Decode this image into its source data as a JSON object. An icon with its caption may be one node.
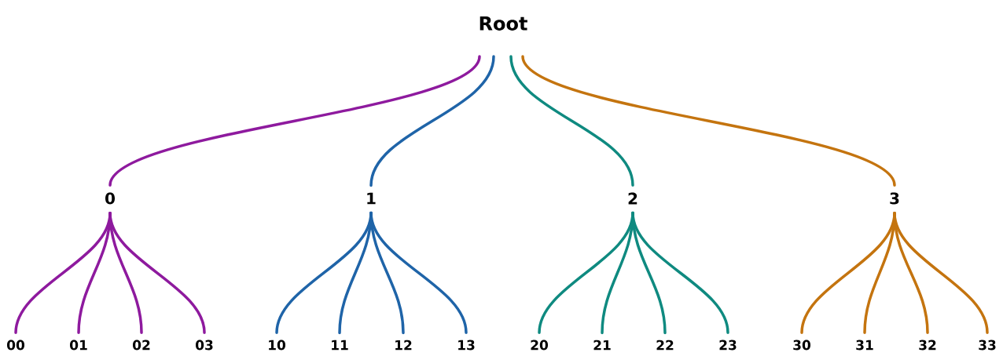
{
  "diagram": {
    "nodes": [
      {
        "text": [
          "Root"
        ]
      },
      {
        "text": [
          "0"
        ]
      },
      {
        "text": [
          "1"
        ]
      },
      {
        "text": [
          "2"
        ]
      },
      {
        "text": [
          "3"
        ]
      },
      {
        "text": [
          "00"
        ]
      },
      {
        "text": [
          "01"
        ]
      },
      {
        "text": [
          "02"
        ]
      },
      {
        "text": [
          "03"
        ]
      },
      {
        "text": [
          "10"
        ]
      },
      {
        "text": [
          "11"
        ]
      },
      {
        "text": [
          "12"
        ]
      },
      {
        "text": [
          "13"
        ]
      },
      {
        "text": [
          "20"
        ]
      },
      {
        "text": [
          "21"
        ]
      },
      {
        "text": [
          "22"
        ]
      },
      {
        "text": [
          "23"
        ]
      },
      {
        "text": [
          "30"
        ]
      },
      {
        "text": [
          "31"
        ]
      },
      {
        "text": [
          "32"
        ]
      },
      {
        "text": [
          "33"
        ]
      }
    ],
    "edges": [
      {
        "from": 0,
        "to": 1,
        "arrow": "none",
        "color": "#8e1a9e"
      },
      {
        "from": 0,
        "to": 2,
        "arrow": "none",
        "color": "#1f64a8"
      },
      {
        "from": 0,
        "to": 3,
        "arrow": "none",
        "color": "#0f8a80"
      },
      {
        "from": 0,
        "to": 4,
        "arrow": "none",
        "color": "#c4740f"
      },
      {
        "from": 1,
        "to": 5,
        "arrow": "none",
        "color": "#8e1a9e"
      },
      {
        "from": 1,
        "to": 6,
        "arrow": "none",
        "color": "#8e1a9e"
      },
      {
        "from": 1,
        "to": 7,
        "arrow": "none",
        "color": "#8e1a9e"
      },
      {
        "from": 1,
        "to": 8,
        "arrow": "none",
        "color": "#8e1a9e"
      },
      {
        "from": 2,
        "to": 9,
        "arrow": "none",
        "color": "#1f64a8"
      },
      {
        "from": 2,
        "to": 10,
        "arrow": "none",
        "color": "#1f64a8"
      },
      {
        "from": 2,
        "to": 11,
        "arrow": "none",
        "color": "#1f64a8"
      },
      {
        "from": 2,
        "to": 12,
        "arrow": "none",
        "color": "#1f64a8"
      },
      {
        "from": 3,
        "to": 13,
        "arrow": "none",
        "color": "#0f8a80"
      },
      {
        "from": 3,
        "to": 14,
        "arrow": "none",
        "color": "#0f8a80"
      },
      {
        "from": 3,
        "to": 15,
        "arrow": "none",
        "color": "#0f8a80"
      },
      {
        "from": 3,
        "to": 16,
        "arrow": "none",
        "color": "#0f8a80"
      },
      {
        "from": 4,
        "to": 17,
        "arrow": "none",
        "color": "#c4740f"
      },
      {
        "from": 4,
        "to": 18,
        "arrow": "none",
        "color": "#c4740f"
      },
      {
        "from": 4,
        "to": 19,
        "arrow": "none",
        "color": "#c4740f"
      },
      {
        "from": 4,
        "to": 20,
        "arrow": "none",
        "color": "#c4740f"
      }
    ]
  }
}
